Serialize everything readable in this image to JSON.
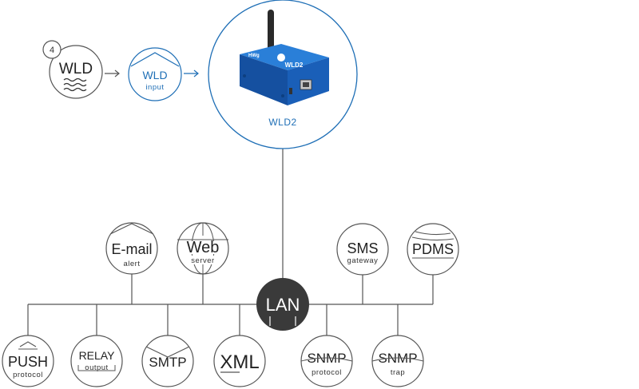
{
  "sensor": {
    "count": "4",
    "label": "WLD"
  },
  "input": {
    "label": "WLD",
    "sub": "input"
  },
  "device": {
    "name": "WLD2",
    "body_label": "WLD2",
    "brand": "HWg"
  },
  "hub": {
    "label": "LAN"
  },
  "services_top": [
    {
      "label": "E-mail",
      "sub": "alert"
    },
    {
      "label": "Web",
      "sub": "server"
    },
    {
      "label": "SMS",
      "sub": "gateway"
    },
    {
      "label": "PDMS",
      "sub": ""
    }
  ],
  "services_bottom": [
    {
      "label": "PUSH",
      "sub": "protocol"
    },
    {
      "label": "RELAY",
      "sub": "output"
    },
    {
      "label": "SMTP",
      "sub": ""
    },
    {
      "label": "XML",
      "sub": ""
    },
    {
      "label": "SNMP",
      "sub": "protocol"
    },
    {
      "label": "SNMP",
      "sub": "trap"
    }
  ],
  "colors": {
    "accent": "#1f6fb6",
    "line": "#555555",
    "hub": "#3a3a3a",
    "device": "#1a5fb8"
  }
}
